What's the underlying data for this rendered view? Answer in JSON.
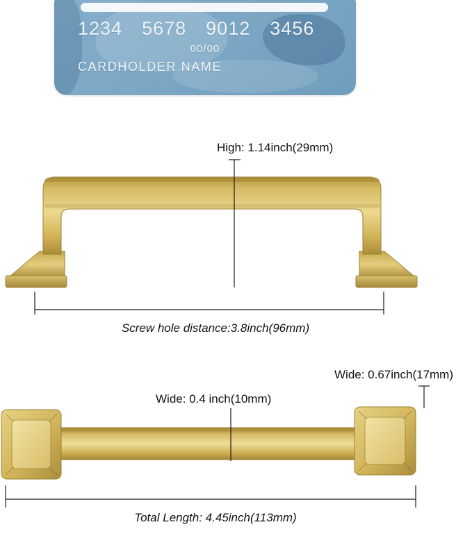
{
  "card": {
    "number_groups": [
      "1234",
      "5678",
      "9012",
      "3456"
    ],
    "expiry": "00/00",
    "cardholder": "CARDHOLDER NAME"
  },
  "front_view": {
    "height_label": "High: 1.14inch(29mm)",
    "screw_distance_label": "Screw hole distance:3.8inch(96mm)"
  },
  "top_view": {
    "end_width_label": "Wide: 0.67inch(17mm)",
    "bar_width_label": "Wide: 0.4 inch(10mm)",
    "total_length_label": "Total Length: 4.45inch(113mm)"
  },
  "colors": {
    "gold_light": "#eedd97",
    "gold_mid": "#d4b65c",
    "gold_dark": "#a5873a",
    "card_blue": "#7aa6c4",
    "dimension_line": "#1a1a1a"
  }
}
